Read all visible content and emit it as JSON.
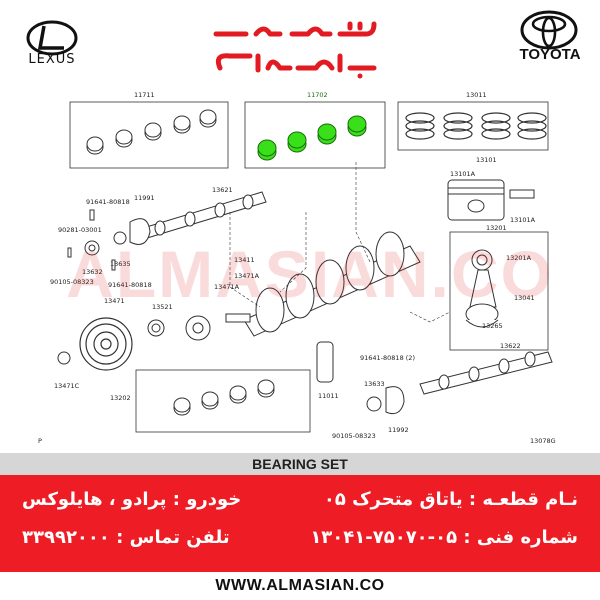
{
  "header": {
    "lexus_label": "LEXUS",
    "toyota_label": "TOYOTA",
    "brand_persian": "تویوتا اهسیانی"
  },
  "diagram": {
    "labels": {
      "l11711": "11711",
      "l11702": "11702",
      "l13011": "13011",
      "l13101": "13101",
      "l13101a_1": "13101A",
      "l13101a_2": "13101A",
      "l13201": "13201",
      "l13201a": "13201A",
      "l13041": "13041",
      "l13265": "13265",
      "l91641_80818a": "91641-80818",
      "l11991": "11991",
      "l13621": "13621",
      "l90281": "90281-03001",
      "l13632": "13632",
      "l13635": "13635",
      "l90105a": "90105-08323",
      "l91641_80818b": "91641-80818",
      "l13411": "13411",
      "l13471a_1": "13471A",
      "l13471a_2": "13471A",
      "l13471": "13471",
      "l13521": "13521",
      "l13471c": "13471C",
      "l13202": "13202",
      "l11011": "11011",
      "l91641_2": "91641-80818 (2)",
      "l13633": "13633",
      "l13622": "13622",
      "l11992": "11992",
      "l90105b": "90105-08323",
      "l_p": "P",
      "l_code": "13078G"
    }
  },
  "watermark": "ALMASIAN.CO",
  "title_bar": "BEARING SET",
  "info": {
    "part_name": "نـام قطعـه : یاتاق متحرک ۰۵",
    "part_number": "شماره فنی : ۰۵-۷۵۰۷۰-۱۳۰۴۱",
    "vehicle": "خودرو : پرادو ، هایلوکس",
    "phone": "تلفن تماس : ۳۳۹۹۲۰۰۰"
  },
  "footer": "WWW.ALMASIAN.CO",
  "colors": {
    "brand_red": "#ee1c24",
    "highlight_green": "#39e01a",
    "title_gray": "#d6d6d6"
  }
}
